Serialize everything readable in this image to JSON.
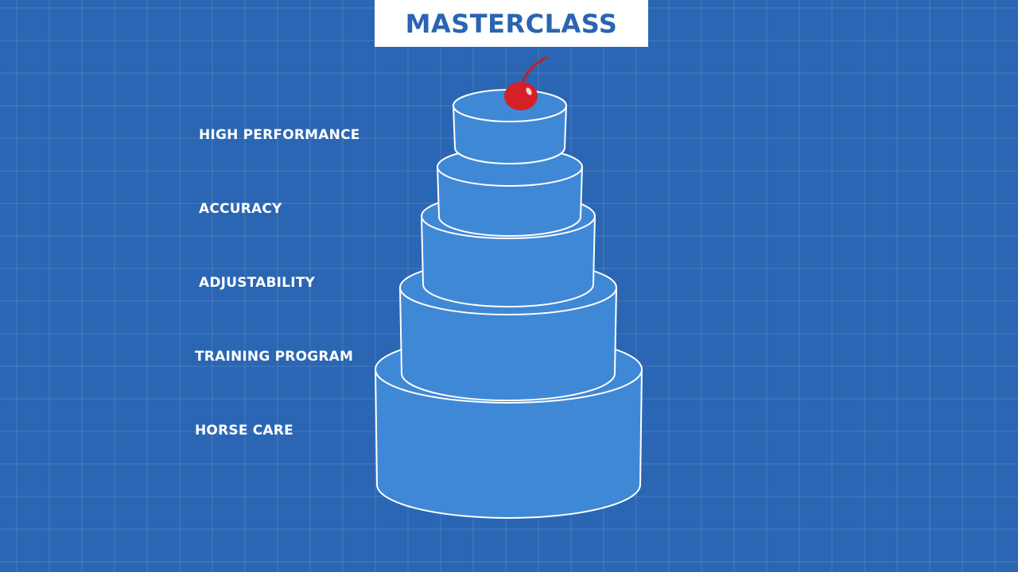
{
  "title": "MASTERCLASS",
  "tiers": [
    "HIGH PERFORMANCE",
    "ACCURACY",
    "ADJUSTABILITY",
    "TRAINING PROGRAM",
    "HORSE CARE"
  ],
  "colors": {
    "background": "#2a66b3",
    "cake": "#3f88d6",
    "cherry": "#d62027",
    "title_text": "#2a64b2"
  }
}
